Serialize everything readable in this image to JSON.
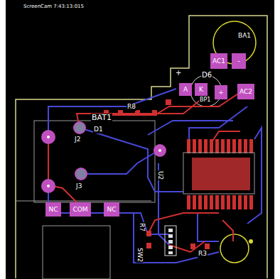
{
  "diagram": {
    "nodes": [
      {
        "text": [
          "AC1"
        ]
      },
      {
        "text": [
          "-"
        ]
      },
      {
        "text": [
          "A"
        ]
      },
      {
        "text": [
          "K"
        ]
      },
      {
        "text": [
          "+"
        ]
      },
      {
        "text": [
          "AC2"
        ]
      },
      {
        "text": [
          "NC"
        ]
      },
      {
        "text": [
          "COM"
        ]
      },
      {
        "text": [
          "NC"
        ]
      }
    ],
    "labels": [
      "ScreenCam 7:43:13:015",
      "BA1",
      "D6",
      "+",
      "BP1",
      "BAT1",
      "R8",
      "D1",
      "J2",
      "J3",
      "SW2",
      "U2",
      "R7",
      "R3"
    ]
  }
}
